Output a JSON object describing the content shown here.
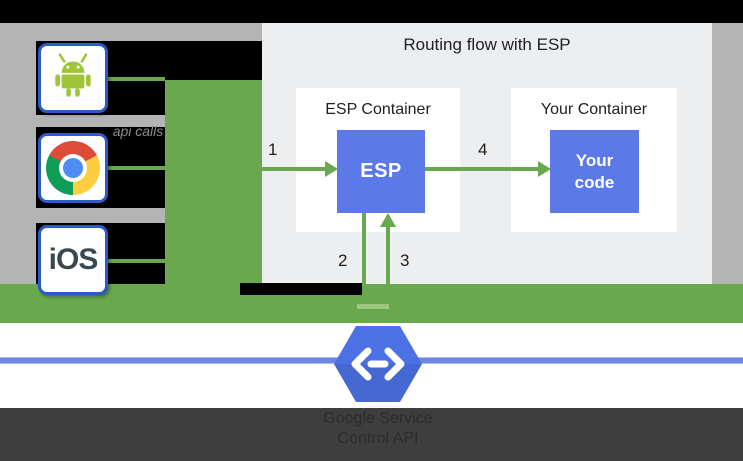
{
  "diagram": {
    "title": "Routing flow with ESP",
    "clients": {
      "api_calls_label": "api calls",
      "android_icon": "android-robot-icon",
      "chrome_icon": "chrome-browser-icon",
      "ios_label": "iOS"
    },
    "esp_container": {
      "title": "ESP Container",
      "box_label": "ESP"
    },
    "your_container": {
      "title": "Your Container",
      "box_label": "Your code"
    },
    "steps": {
      "s1": "1",
      "s2": "2",
      "s3": "3",
      "s4": "4"
    },
    "footer": {
      "hexagon_icon": "cloud-endpoints-hexagon-icon",
      "caption_line1": "Google Service",
      "caption_line2": "Control API"
    },
    "colors": {
      "green": "#6aa84f",
      "box_blue": "#5b79e7",
      "panel_gray": "#edeef0",
      "backdrop_gray": "#b4b4b4",
      "hexagon_blue": "#4b71e4",
      "line_blue": "#6e87e3",
      "icon_border_blue": "#2b5bc9",
      "dark_band": "#3e3e3e"
    }
  }
}
